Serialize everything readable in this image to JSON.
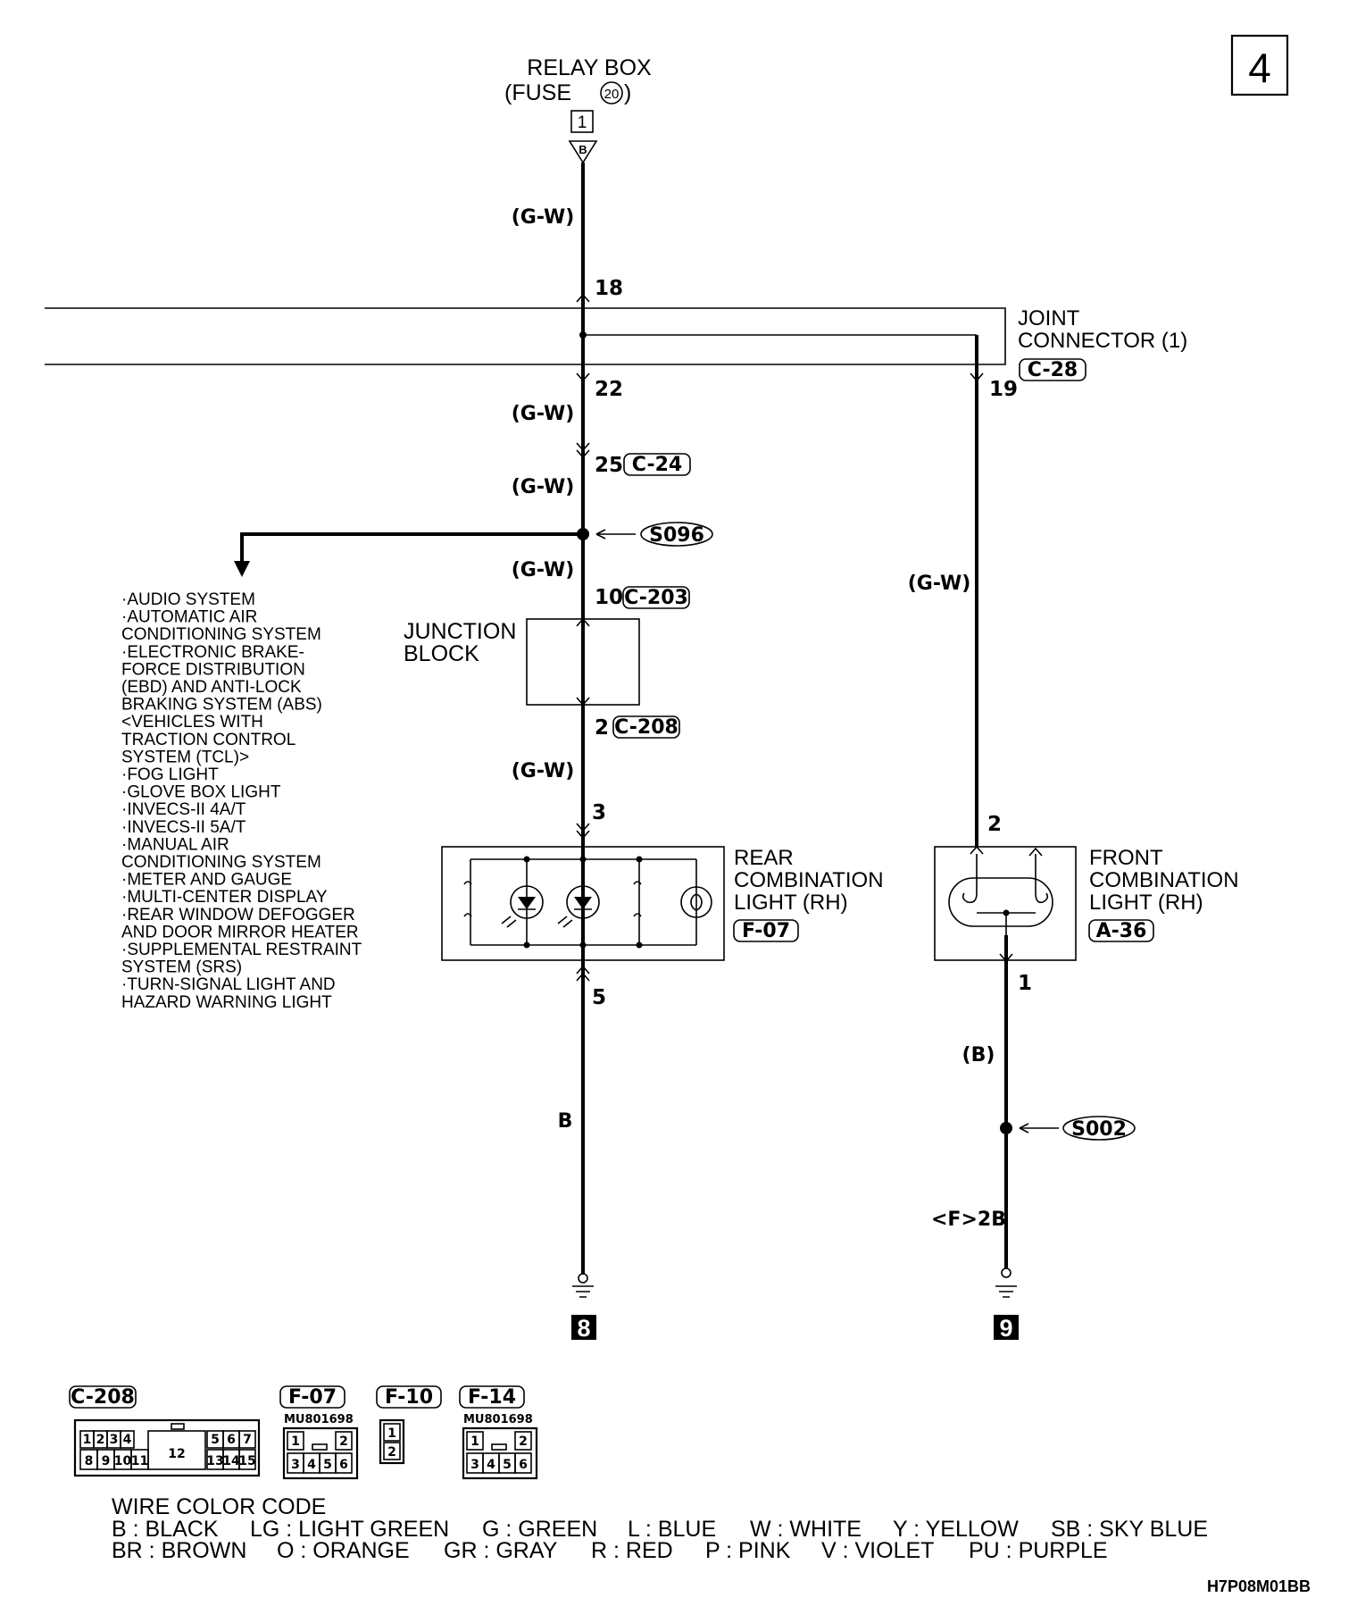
{
  "page_number": "4",
  "relay_box": {
    "line1": "RELAY BOX",
    "line2": "(FUSE",
    "fuse_no": "20",
    "line2_end": ")",
    "terminal": "1",
    "plug_letter": "B"
  },
  "wire_colors": {
    "gw": "(G-W)",
    "b_paren": "(B)",
    "b": "B",
    "f2b": "<F>2B"
  },
  "joint_connector": {
    "line1": "JOINT",
    "line2": "CONNECTOR (1)",
    "id": "C-28",
    "pin_in": "18",
    "pin_out_main": "22",
    "pin_out_right": "19"
  },
  "connector_c24": {
    "pin": "25",
    "id": "C-24"
  },
  "splice_s096": "S096",
  "splice_s002": "S002",
  "junction_block": {
    "line1": "JUNCTION",
    "line2": "BLOCK",
    "pin_in": "10",
    "id_in": "C-203",
    "pin_out": "2",
    "id_out": "C-208"
  },
  "rear_light": {
    "line1": "REAR",
    "line2": "COMBINATION",
    "line3": "LIGHT (RH)",
    "id": "F-07",
    "pin_in": "3",
    "pin_out": "5"
  },
  "front_light": {
    "line1": "FRONT",
    "line2": "COMBINATION",
    "line3": "LIGHT (RH)",
    "id": "A-36",
    "pin_in": "2",
    "pin_out": "1"
  },
  "systems": [
    "·AUDIO SYSTEM",
    "·AUTOMATIC AIR",
    " CONDITIONING SYSTEM",
    "·ELECTRONIC BRAKE-",
    " FORCE DISTRIBUTION",
    " (EBD) AND ANTI-LOCK",
    " BRAKING SYSTEM (ABS)",
    " <VEHICLES WITH",
    " TRACTION CONTROL",
    " SYSTEM (TCL)>",
    "·FOG LIGHT",
    "·GLOVE BOX LIGHT",
    "·INVECS-II 4A/T",
    "·INVECS-II 5A/T",
    "·MANUAL AIR",
    " CONDITIONING SYSTEM",
    "·METER AND GAUGE",
    "·MULTI-CENTER DISPLAY",
    "·REAR WINDOW DEFOGGER",
    " AND DOOR MIRROR HEATER",
    "·SUPPLEMENTAL RESTRAINT",
    " SYSTEM (SRS)",
    "·TURN-SIGNAL LIGHT AND",
    " HAZARD WARNING LIGHT"
  ],
  "ground_refs": {
    "left": "8",
    "right": "9"
  },
  "connector_views": {
    "c208": {
      "id": "C-208",
      "top": [
        "1",
        "2",
        "3",
        "4",
        "5",
        "6",
        "7"
      ],
      "bottom": [
        "8",
        "9",
        "10",
        "11",
        "13",
        "14",
        "15"
      ],
      "center": "12"
    },
    "f07": {
      "id": "F-07",
      "part": "MU801698",
      "top": [
        "1",
        "2"
      ],
      "bottom": [
        "3",
        "4",
        "5",
        "6"
      ]
    },
    "f10": {
      "id": "F-10",
      "pins": [
        "1",
        "2"
      ]
    },
    "f14": {
      "id": "F-14",
      "part": "MU801698",
      "top": [
        "1",
        "2"
      ],
      "bottom": [
        "3",
        "4",
        "5",
        "6"
      ]
    }
  },
  "wire_color_code": {
    "title": "WIRE COLOR CODE",
    "row1": [
      "B : BLACK",
      "LG : LIGHT GREEN",
      "G : GREEN",
      "L : BLUE",
      "W : WHITE",
      "Y : YELLOW",
      "SB : SKY BLUE"
    ],
    "row2": [
      "BR : BROWN",
      "O : ORANGE",
      "GR : GRAY",
      "R : RED",
      "P : PINK",
      "V : VIOLET",
      "PU : PURPLE"
    ]
  },
  "figure_code": "H7P08M01BB"
}
